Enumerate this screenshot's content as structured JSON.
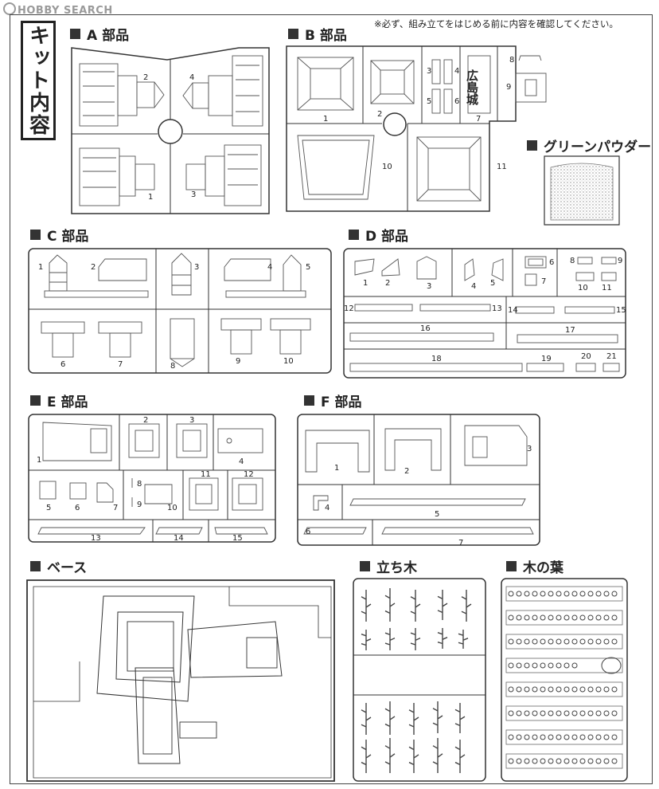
{
  "watermark": "HOBBY SEARCH",
  "kit_title": "キット内容",
  "notice": "※必ず、組み立てをはじめる前に内容を確認してください。",
  "sections": {
    "A": "A 部品",
    "B": "B 部品",
    "green_powder": "グリーンパウダー",
    "C": "C 部品",
    "D": "D 部品",
    "E": "E 部品",
    "F": "F 部品",
    "base": "ベース",
    "standing_trees": "立ち木",
    "leaves": "木の葉"
  },
  "sign_text": "広島城",
  "part_numbers": {
    "A": [
      "1",
      "2",
      "3",
      "4"
    ],
    "B": [
      "1",
      "2",
      "3",
      "4",
      "5",
      "6",
      "7",
      "8",
      "9",
      "10",
      "11"
    ],
    "C": [
      "1",
      "2",
      "3",
      "4",
      "5",
      "6",
      "7",
      "8",
      "9",
      "10"
    ],
    "D": [
      "1",
      "2",
      "3",
      "4",
      "5",
      "6",
      "7",
      "8",
      "9",
      "10",
      "11",
      "12",
      "13",
      "14",
      "15",
      "16",
      "17",
      "18",
      "19",
      "20",
      "21"
    ],
    "E": [
      "1",
      "2",
      "3",
      "4",
      "5",
      "6",
      "7",
      "8",
      "9",
      "10",
      "11",
      "12",
      "13",
      "14",
      "15"
    ],
    "F": [
      "1",
      "2",
      "3",
      "4",
      "5",
      "6",
      "7"
    ]
  }
}
